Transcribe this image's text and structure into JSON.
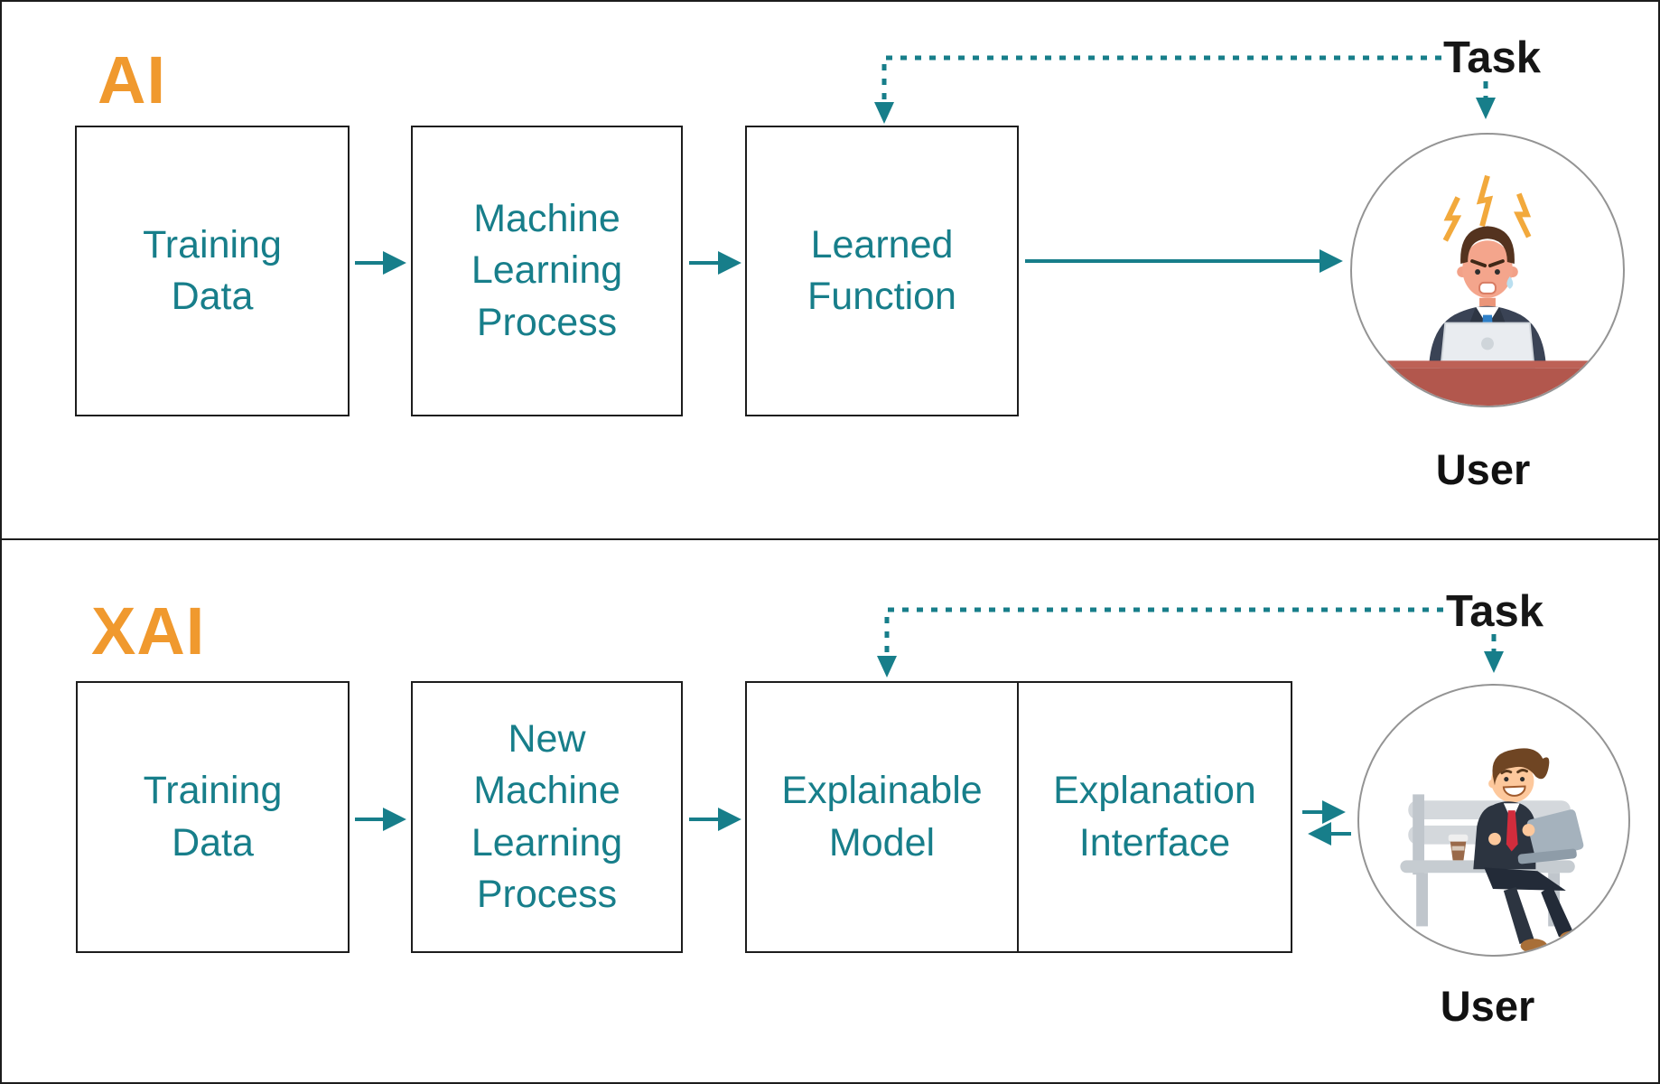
{
  "ai": {
    "title": "AI",
    "task_label": "Task",
    "user_label": "User",
    "boxes": [
      {
        "label": "Training\nData"
      },
      {
        "label": "Machine\nLearning\nProcess"
      },
      {
        "label": "Learned\nFunction"
      }
    ]
  },
  "xai": {
    "title": "XAI",
    "task_label": "Task",
    "user_label": "User",
    "boxes": [
      {
        "label": "Training\nData"
      },
      {
        "label": "New\nMachine\nLearning\nProcess"
      },
      {
        "label": "Explainable\nModel"
      },
      {
        "label": "Explanation\nInterface"
      }
    ]
  },
  "colors": {
    "accent_teal": "#177E8A",
    "accent_orange": "#F0992E",
    "task_text": "#161616",
    "box_border": "#1d1d1d",
    "desk_red": "#B2574D"
  }
}
